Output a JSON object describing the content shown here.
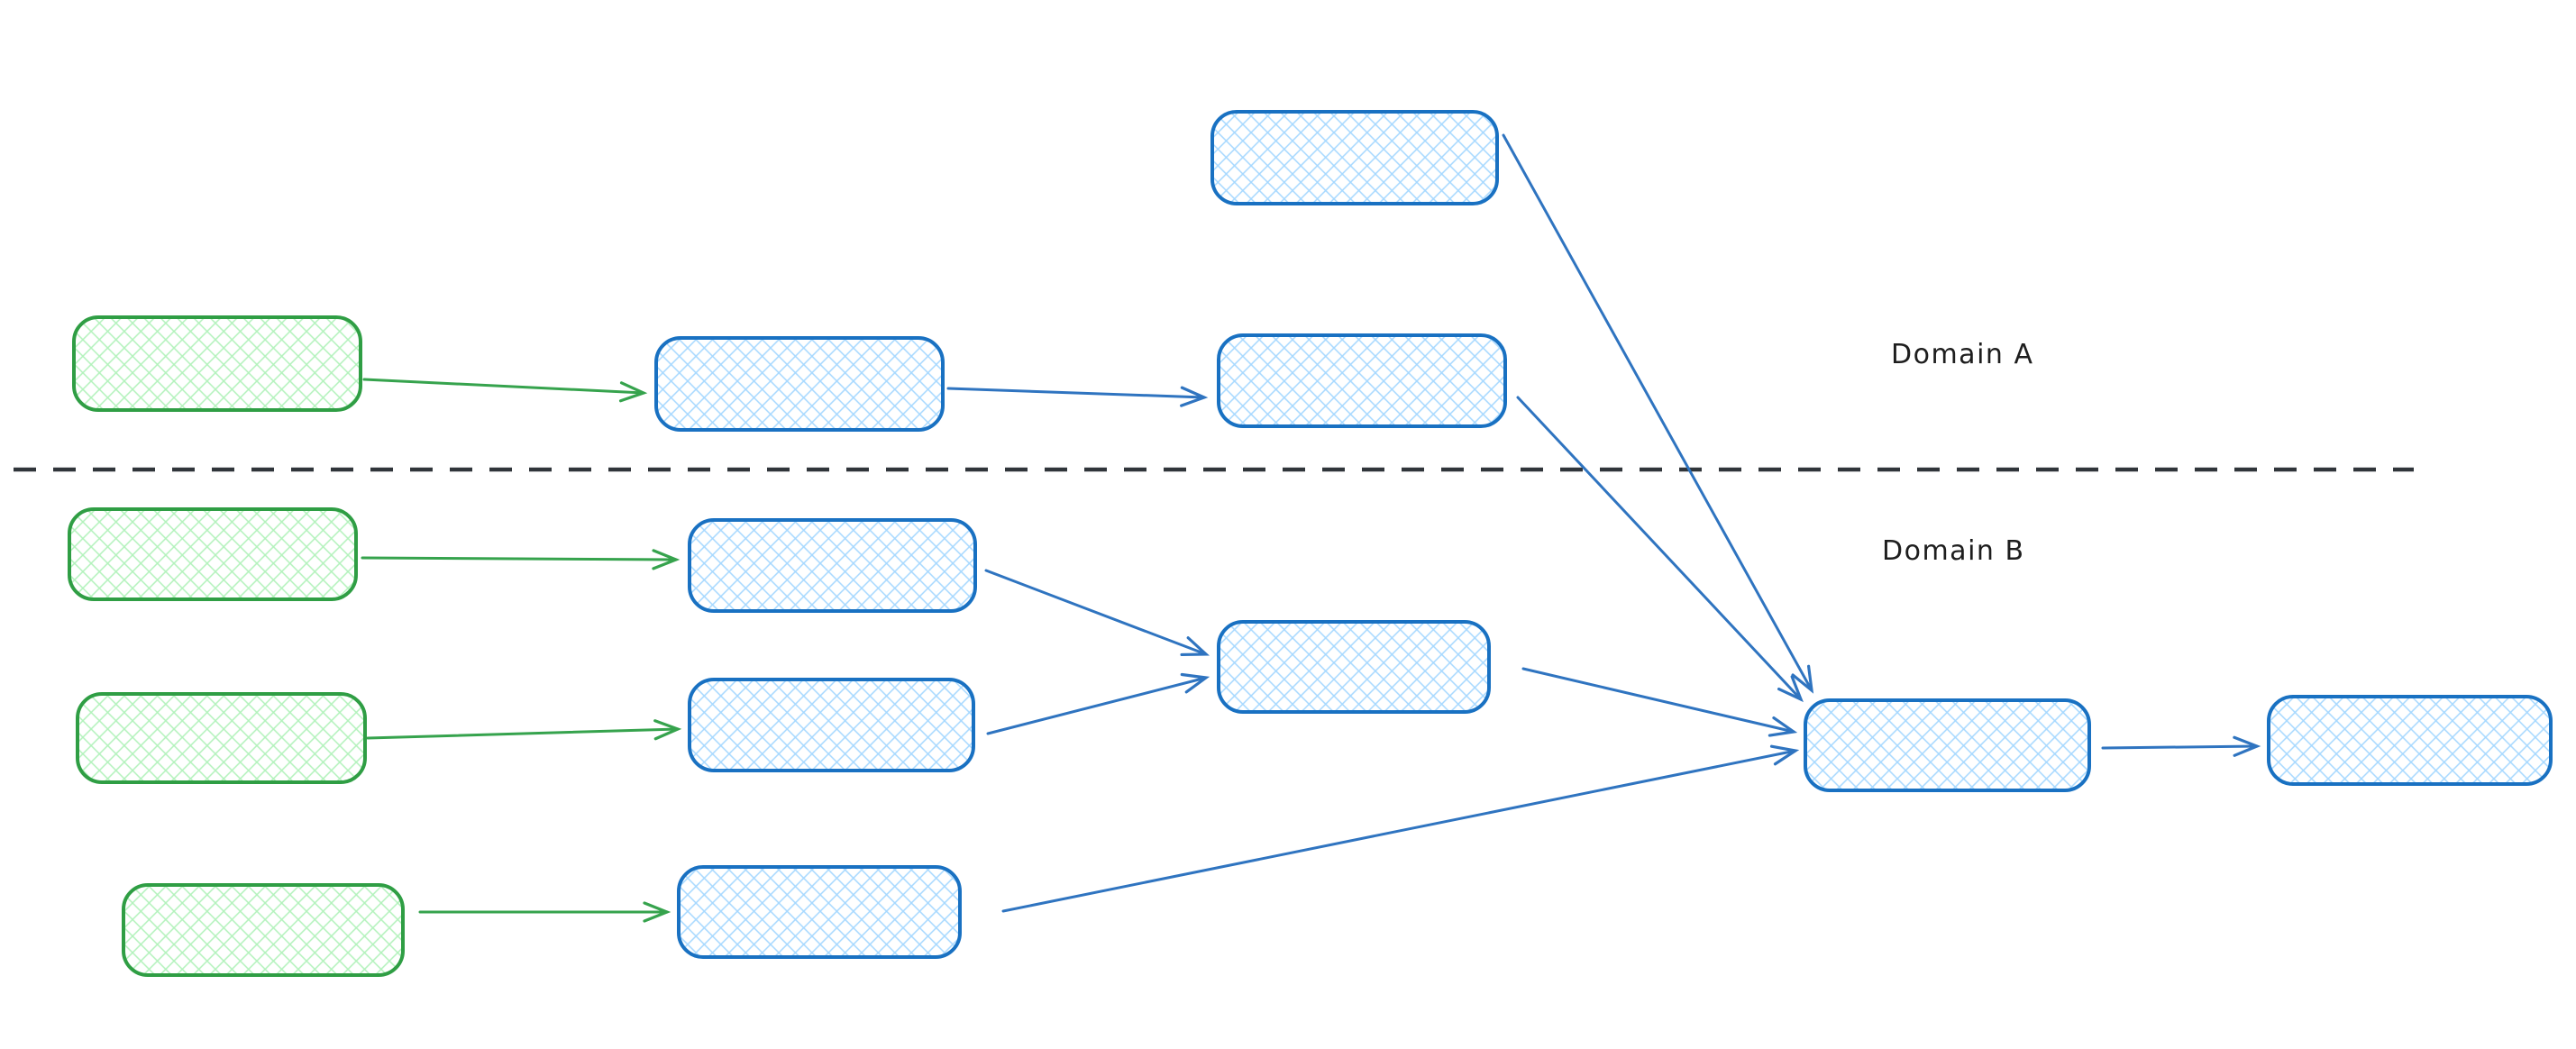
{
  "diagram": {
    "title": "",
    "labels": {
      "domain_a": "Domain A",
      "domain_b": "Domain B"
    },
    "colors": {
      "background": "#ffffff",
      "blue_stroke": "#1971c2",
      "blue_hatch_fill": "#a5d8ff",
      "green_stroke": "#2f9e44",
      "green_hatch_fill": "#b2f2bb",
      "divider": "#30353a",
      "label_text": "#1e1e1e"
    },
    "divider": {
      "style": "dashed",
      "orientation": "horizontal",
      "separates": [
        "Domain A",
        "Domain B"
      ]
    },
    "nodes": [
      {
        "id": "top-source",
        "domain": "Domain A",
        "shape": "rounded-rectangle",
        "style": "blue-crosshatch",
        "text": ""
      },
      {
        "id": "domain-a-source",
        "domain": "Domain A",
        "shape": "rounded-rectangle",
        "style": "green-crosshatch",
        "text": ""
      },
      {
        "id": "domain-a-stage-1",
        "domain": "Domain A",
        "shape": "rounded-rectangle",
        "style": "blue-crosshatch",
        "text": ""
      },
      {
        "id": "domain-a-stage-2",
        "domain": "Domain A",
        "shape": "rounded-rectangle",
        "style": "blue-crosshatch",
        "text": ""
      },
      {
        "id": "domain-b-source-1",
        "domain": "Domain B",
        "shape": "rounded-rectangle",
        "style": "green-crosshatch",
        "text": ""
      },
      {
        "id": "domain-b-stage-1",
        "domain": "Domain B",
        "shape": "rounded-rectangle",
        "style": "blue-crosshatch",
        "text": ""
      },
      {
        "id": "domain-b-source-2",
        "domain": "Domain B",
        "shape": "rounded-rectangle",
        "style": "green-crosshatch",
        "text": ""
      },
      {
        "id": "domain-b-stage-2",
        "domain": "Domain B",
        "shape": "rounded-rectangle",
        "style": "blue-crosshatch",
        "text": ""
      },
      {
        "id": "domain-b-join",
        "domain": "Domain B",
        "shape": "rounded-rectangle",
        "style": "blue-crosshatch",
        "text": ""
      },
      {
        "id": "domain-b-source-3",
        "domain": "Domain B",
        "shape": "rounded-rectangle",
        "style": "green-crosshatch",
        "text": ""
      },
      {
        "id": "domain-b-stage-3",
        "domain": "Domain B",
        "shape": "rounded-rectangle",
        "style": "blue-crosshatch",
        "text": ""
      },
      {
        "id": "aggregator",
        "domain": "Domain B",
        "shape": "rounded-rectangle",
        "style": "blue-crosshatch",
        "text": ""
      },
      {
        "id": "output",
        "domain": "Domain B",
        "shape": "rounded-rectangle",
        "style": "blue-crosshatch",
        "text": ""
      }
    ],
    "edges": [
      {
        "from": "top-source",
        "to": "aggregator",
        "color": "blue"
      },
      {
        "from": "domain-a-source",
        "to": "domain-a-stage-1",
        "color": "green"
      },
      {
        "from": "domain-a-stage-1",
        "to": "domain-a-stage-2",
        "color": "blue"
      },
      {
        "from": "domain-a-stage-2",
        "to": "aggregator",
        "color": "blue"
      },
      {
        "from": "domain-b-source-1",
        "to": "domain-b-stage-1",
        "color": "green"
      },
      {
        "from": "domain-b-stage-1",
        "to": "domain-b-join",
        "color": "blue"
      },
      {
        "from": "domain-b-source-2",
        "to": "domain-b-stage-2",
        "color": "green"
      },
      {
        "from": "domain-b-stage-2",
        "to": "domain-b-join",
        "color": "blue"
      },
      {
        "from": "domain-b-join",
        "to": "aggregator",
        "color": "blue"
      },
      {
        "from": "domain-b-source-3",
        "to": "domain-b-stage-3",
        "color": "green"
      },
      {
        "from": "domain-b-stage-3",
        "to": "aggregator",
        "color": "blue"
      },
      {
        "from": "aggregator",
        "to": "output",
        "color": "blue"
      }
    ]
  }
}
